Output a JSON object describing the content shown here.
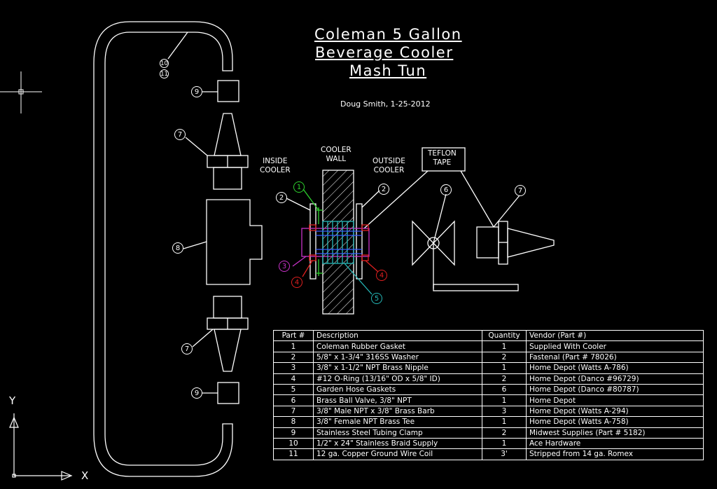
{
  "title": [
    "Coleman 5 Gallon",
    "Beverage Cooler",
    "Mash Tun"
  ],
  "author": "Doug Smith, 1-25-2012",
  "labels": {
    "inside_cooler": [
      "INSIDE",
      "COOLER"
    ],
    "cooler_wall": [
      "COOLER",
      "WALL"
    ],
    "outside_cooler": [
      "OUTSIDE",
      "COOLER"
    ],
    "teflon_tape": [
      "TEFLON",
      "TAPE"
    ]
  },
  "callouts": {
    "c10": "10",
    "c11": "11",
    "c9a": "9",
    "c7a": "7",
    "c8": "8",
    "c7b": "7",
    "c9b": "9",
    "c1": "1",
    "c2a": "2",
    "c2b": "2",
    "c3": "3",
    "c4a": "4",
    "c4b": "4",
    "c5": "5",
    "c6": "6",
    "c7c": "7"
  },
  "colors": {
    "green": "#2dd12d",
    "magenta": "#c832c8",
    "red": "#e02020",
    "cyan": "#25b8b8",
    "blue": "#3a5bff",
    "white": "#ffffff"
  },
  "axes": {
    "y": "Y",
    "x": "X"
  },
  "bom": {
    "headers": [
      "Part #",
      "Description",
      "Quantity",
      "Vendor (Part #)"
    ],
    "rows": [
      [
        "1",
        "Coleman Rubber Gasket",
        "1",
        "Supplied With Cooler"
      ],
      [
        "2",
        "5/8\" x 1-3/4\" 316SS Washer",
        "2",
        "Fastenal (Part # 78026)"
      ],
      [
        "3",
        "3/8\" x 1-1/2\" NPT Brass Nipple",
        "1",
        "Home Depot (Watts A-786)"
      ],
      [
        "4",
        "#12 O-Ring (13/16\" OD x 5/8\" ID)",
        "2",
        "Home Depot (Danco #96729)"
      ],
      [
        "5",
        "Garden Hose Gaskets",
        "6",
        "Home Depot (Danco #80787)"
      ],
      [
        "6",
        "Brass Ball Valve, 3/8\" NPT",
        "1",
        "Home Depot"
      ],
      [
        "7",
        "3/8\" Male NPT x 3/8\" Brass Barb",
        "3",
        "Home Depot (Watts A-294)"
      ],
      [
        "8",
        "3/8\" Female NPT Brass Tee",
        "1",
        "Home Depot (Watts A-758)"
      ],
      [
        "9",
        "Stainless Steel Tubing Clamp",
        "2",
        "Midwest Supplies (Part # 5182)"
      ],
      [
        "10",
        "1/2\" x 24\" Stainless Braid Supply",
        "1",
        "Ace Hardware"
      ],
      [
        "11",
        "12 ga. Copper Ground Wire Coil",
        "3'",
        "Stripped from 14 ga. Romex"
      ]
    ]
  }
}
